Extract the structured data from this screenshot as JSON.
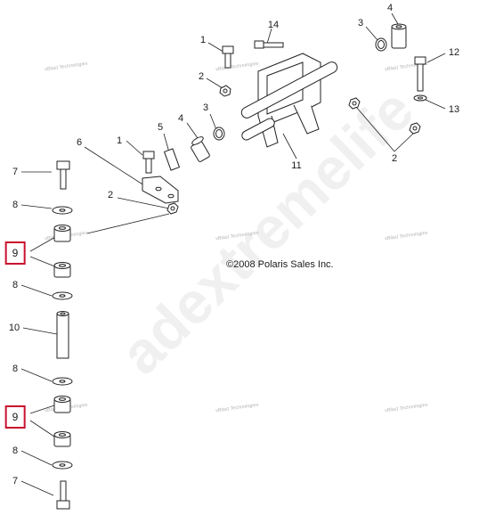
{
  "diagram": {
    "copyright": "©2008 Polaris Sales Inc.",
    "watermark_big": "adextremelife",
    "watermark_small": "vBlast Technologies",
    "highlight_color": "#c8102e",
    "callouts": {
      "c1a": "1",
      "c1b": "1",
      "c2a": "2",
      "c2b": "2",
      "c2c": "2",
      "c3a": "3",
      "c3b": "3",
      "c4a": "4",
      "c4b": "4",
      "c5": "5",
      "c6": "6",
      "c7a": "7",
      "c7b": "7",
      "c8a": "8",
      "c8b": "8",
      "c8c": "8",
      "c8d": "8",
      "c9a": "9",
      "c9b": "9",
      "c10": "10",
      "c11": "11",
      "c12": "12",
      "c13": "13",
      "c14": "14"
    }
  }
}
